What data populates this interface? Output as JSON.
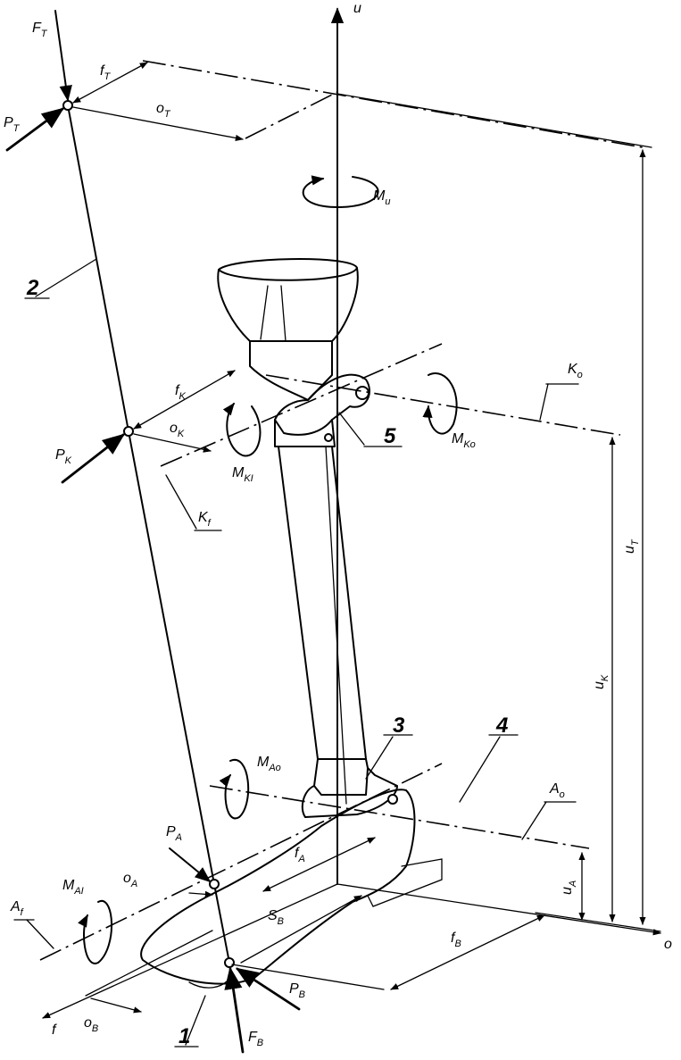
{
  "labels": {
    "F_T": "F",
    "F_T_sub": "T",
    "P_T": "P",
    "P_T_sub": "T",
    "f_T": "f",
    "f_T_sub": "T",
    "o_T": "o",
    "o_T_sub": "T",
    "u_axis": "u",
    "M_u": "M",
    "M_u_sub": "u",
    "f_K": "f",
    "f_K_sub": "K",
    "o_K": "o",
    "o_K_sub": "K",
    "P_K": "P",
    "P_K_sub": "K",
    "M_KI": "M",
    "M_KI_sub": "KI",
    "K_f": "K",
    "K_f_sub": "f",
    "K_o": "K",
    "K_o_sub": "o",
    "M_Ko": "M",
    "M_Ko_sub": "Ko",
    "u_T": "u",
    "u_T_sub": "T",
    "u_K": "u",
    "u_K_sub": "K",
    "M_Ao": "M",
    "M_Ao_sub": "Ao",
    "A_o": "A",
    "A_o_sub": "o",
    "f_A": "f",
    "f_A_sub": "A",
    "P_A": "P",
    "P_A_sub": "A",
    "M_AI": "M",
    "M_AI_sub": "AI",
    "o_A": "o",
    "o_A_sub": "A",
    "A_f": "A",
    "A_f_sub": "f",
    "S_B": "S",
    "S_B_sub": "B",
    "u_A": "u",
    "u_A_sub": "A",
    "f_B": "f",
    "f_B_sub": "B",
    "o_axis": "o",
    "f_axis": "f",
    "o_B": "o",
    "o_B_sub": "B",
    "P_B": "P",
    "P_B_sub": "B",
    "F_B": "F",
    "F_B_sub": "B"
  },
  "callouts": {
    "n1": "1",
    "n2": "2",
    "n3": "3",
    "n4": "4",
    "n5": "5"
  }
}
